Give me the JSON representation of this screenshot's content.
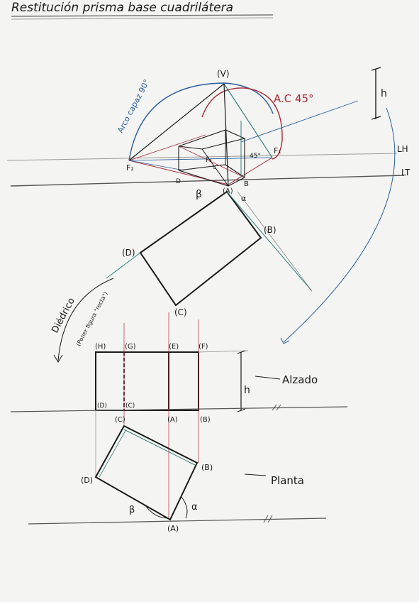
{
  "title": "Restitución prisma base cuadrilátera",
  "perspective": {
    "vertex_label": "(V)",
    "arc_90_label": "Arco capaz 90°",
    "arc_45_label": "A.C 45°",
    "f2_label": "F₂",
    "f1_label": "F₁",
    "f3_label": "F₃",
    "lh_label": "LH",
    "lt_label": "LT",
    "h_label": "h",
    "angle_45_label": "45°",
    "b_small_label": "B",
    "c_small_label": "c",
    "d_small_label": "D",
    "a_small_label": "(A)",
    "beta_label": "β",
    "alpha_label": "α",
    "b_label": "(B)",
    "c_label": "(C)",
    "d_label": "(D)",
    "diedrico_label": "Diédrico",
    "diedrico_note": "(Poner figura \"recta\")"
  },
  "elevation": {
    "top_labels": [
      "(H)",
      "(G)",
      "(E)",
      "(F)"
    ],
    "bottom_labels": [
      "(D)",
      "(C)",
      "(A)",
      "(B)"
    ],
    "h_label": "h",
    "view_label": "Alzado"
  },
  "plan": {
    "c_label": "(C)",
    "a_label": "(A)",
    "b_label": "(B)",
    "d_label": "(D)",
    "beta_label": "β",
    "alpha_label": "α",
    "view_label": "Planta"
  },
  "colors": {
    "ink": "#1a1a1a",
    "blue": "#2b5d9e",
    "red": "#a82a3a",
    "teal": "#2f7f7c",
    "pencil": "#8a8a8a",
    "paper": "#f4f4f2"
  }
}
